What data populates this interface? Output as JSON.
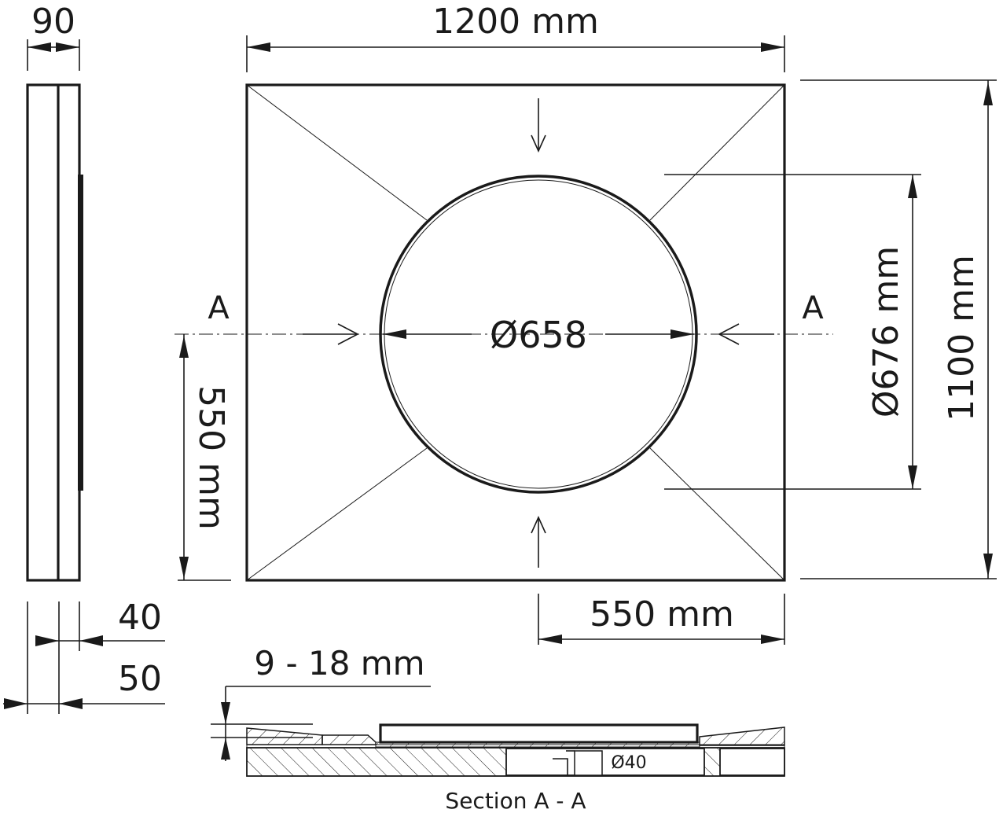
{
  "drawing": {
    "title": "Square plate with circular cutout — technical drawing",
    "colors": {
      "line": "#1a1a1a",
      "background": "#ffffff"
    },
    "side_view": {
      "width_label": "90",
      "thickness_labels": [
        "40",
        "50"
      ]
    },
    "top_view": {
      "width_label": "1200 mm",
      "height_label": "1100 mm",
      "inner_diameter_label": "Ø658",
      "outer_diameter_label": "Ø676 mm",
      "center_offset_vertical_label": "550 mm",
      "center_offset_horizontal_label": "550 mm",
      "section_marker_left": "A",
      "section_marker_right": "A"
    },
    "section_view": {
      "slope_label": "9 - 18 mm",
      "drain_label": "Ø40",
      "caption": "Section A - A"
    }
  }
}
